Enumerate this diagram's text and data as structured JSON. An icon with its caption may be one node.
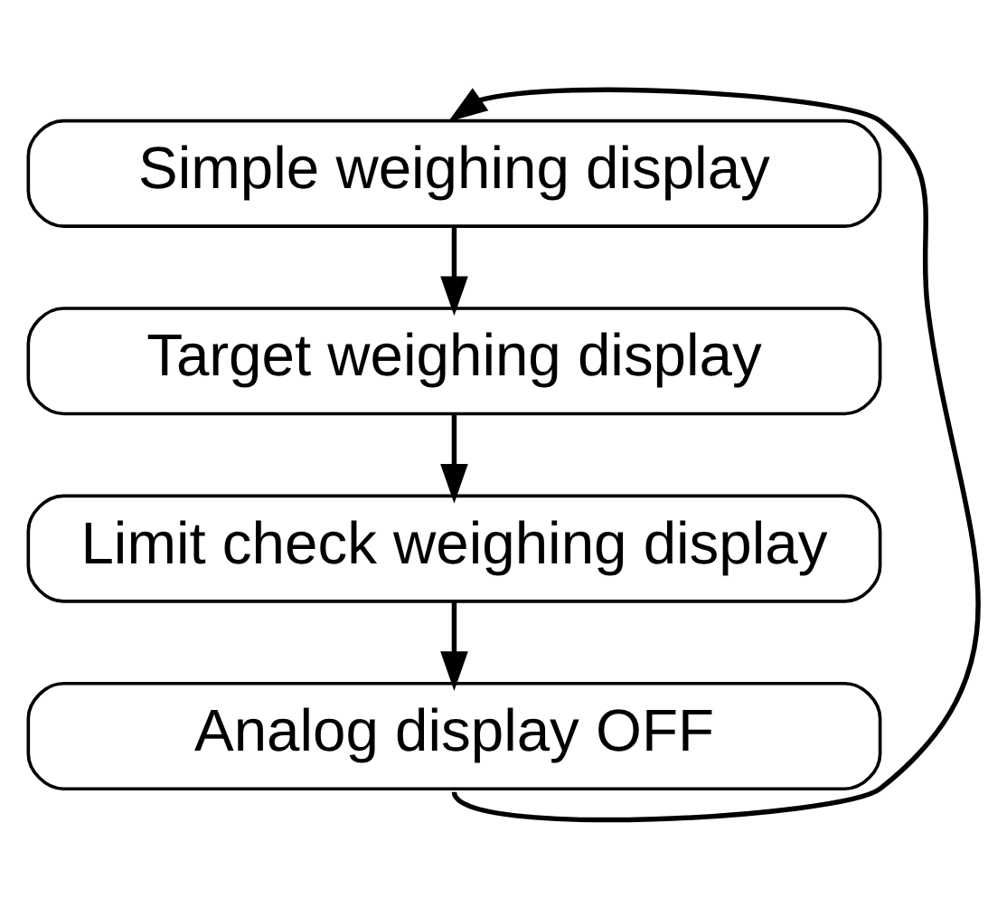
{
  "diagram": {
    "nodes": [
      {
        "text": [
          "Simple weighing display"
        ]
      },
      {
        "text": [
          "Target weighing display"
        ]
      },
      {
        "text": [
          "Limit check weighing display"
        ]
      },
      {
        "text": [
          "Analog display OFF"
        ]
      }
    ],
    "edges": [
      {
        "from": 0,
        "to": 1,
        "arrow": "to"
      },
      {
        "from": 1,
        "to": 2,
        "arrow": "to"
      },
      {
        "from": 2,
        "to": 3,
        "arrow": "to"
      },
      {
        "from": 3,
        "to": 0,
        "arrow": "to"
      }
    ]
  }
}
